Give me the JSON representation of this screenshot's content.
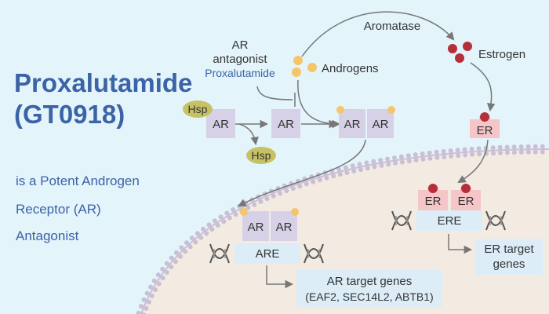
{
  "title": {
    "line1": "Proxalutamide",
    "line2": "(GT0918)",
    "sub1": "is a Potent Androgen",
    "sub2": "Receptor (AR)",
    "sub3": "Antagonist"
  },
  "diagram": {
    "aromatase": "Aromatase",
    "androgens": "Androgens",
    "estrogen": "Estrogen",
    "antagonist_line1": "AR",
    "antagonist_line2": "antagonist",
    "antagonist_drug": "Proxalutamide",
    "hsp": "Hsp",
    "ar": "AR",
    "er": "ER",
    "are": "ARE",
    "ere": "ERE",
    "ar_targets_line1": "AR target genes",
    "ar_targets_line2": "(EAF2, SEC14L2, ABTB1)",
    "er_targets_line1": "ER target",
    "er_targets_line2": "genes"
  },
  "colors": {
    "background": "#e4f4fb",
    "nucleus": "#f3ebe1",
    "title": "#3b63a6",
    "drug": "#3b63a6",
    "text": "#333333",
    "ar_box": "#d6d1e6",
    "er_box": "#f6c5c8",
    "hsp": "#c6c264",
    "androgen": "#f5c56a",
    "estrogen": "#b72e3a",
    "element_box": "#dcedf7",
    "arrow": "#777777"
  }
}
